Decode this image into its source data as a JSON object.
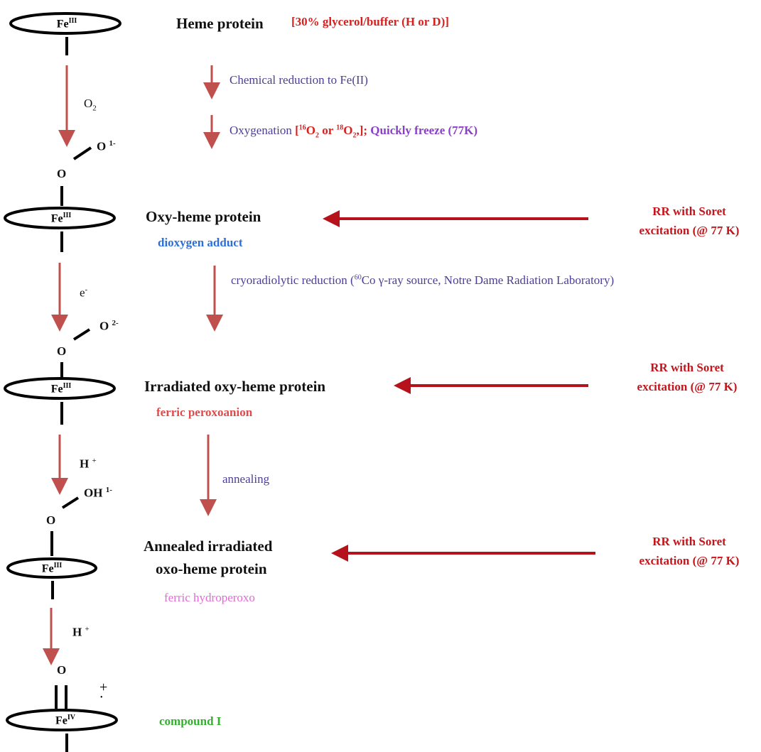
{
  "hemes": [
    {
      "label": "Fe",
      "sup": "III"
    },
    {
      "label": "Fe",
      "sup": "III"
    },
    {
      "label": "Fe",
      "sup": "III"
    },
    {
      "label": "Fe",
      "sup": "III"
    },
    {
      "label": "Fe",
      "sup": "IV"
    }
  ],
  "ligands": {
    "o_1": "O",
    "o1_1": "O",
    "o1_charge": "1-",
    "o_2": "O",
    "o2_2": "O",
    "o2_charge": "2-",
    "o_3": "O",
    "oh_3": "OH",
    "oh_charge": "1-",
    "o_4": "O",
    "radical_plus": "+",
    "radical_dot": "•"
  },
  "reagents": {
    "step1": {
      "main": "O",
      "sub": "2"
    },
    "step2": {
      "main": "e",
      "sup": "-"
    },
    "step3": {
      "main": "H",
      "sup": "+"
    },
    "step4": {
      "main": "H",
      "sup": "+"
    }
  },
  "species": {
    "heme_protein": "Heme protein",
    "heme_condition": "[30% glycerol/buffer (H or D)]",
    "oxy": "Oxy-heme protein",
    "oxy_sub": "dioxygen adduct",
    "irradiated": "Irradiated oxy-heme protein",
    "irradiated_sub": "ferric peroxoanion",
    "annealed_line1": "Annealed irradiated",
    "annealed_line2": "oxo-heme protein",
    "annealed_sub": "ferric hydroperoxo",
    "compound": "compound I"
  },
  "steps": {
    "reduction": "Chemical reduction to Fe(II)",
    "oxygenation_prefix": "Oxygenation ",
    "oxygenation_isotopes": {
      "open": "[",
      "iso1": "16",
      "o1": "O",
      "s1": "2",
      "or": " or ",
      "iso2": "18",
      "o2": "O",
      "s2": "2",
      "close": ",];"
    },
    "oxygenation_suffix": " Quickly freeze (77K)",
    "cryo_prefix": "cryoradiolytic reduction (",
    "cryo_iso": "60",
    "cryo_suffix": "Co γ-ray source, Notre Dame Radiation Laboratory)",
    "annealing": "annealing"
  },
  "rr": [
    {
      "line1": "RR with Soret",
      "line2": "excitation (@ 77 K)"
    },
    {
      "line1": "RR with Soret",
      "line2": "excitation (@ 77 K)"
    },
    {
      "line1": "RR with Soret",
      "line2": "excitation (@ 77 K)"
    }
  ],
  "colors": {
    "arrow": "#c0504d",
    "rr_arrow": "#b5121b",
    "title_red": "#d8201f",
    "step_text": "#4b3f93"
  }
}
